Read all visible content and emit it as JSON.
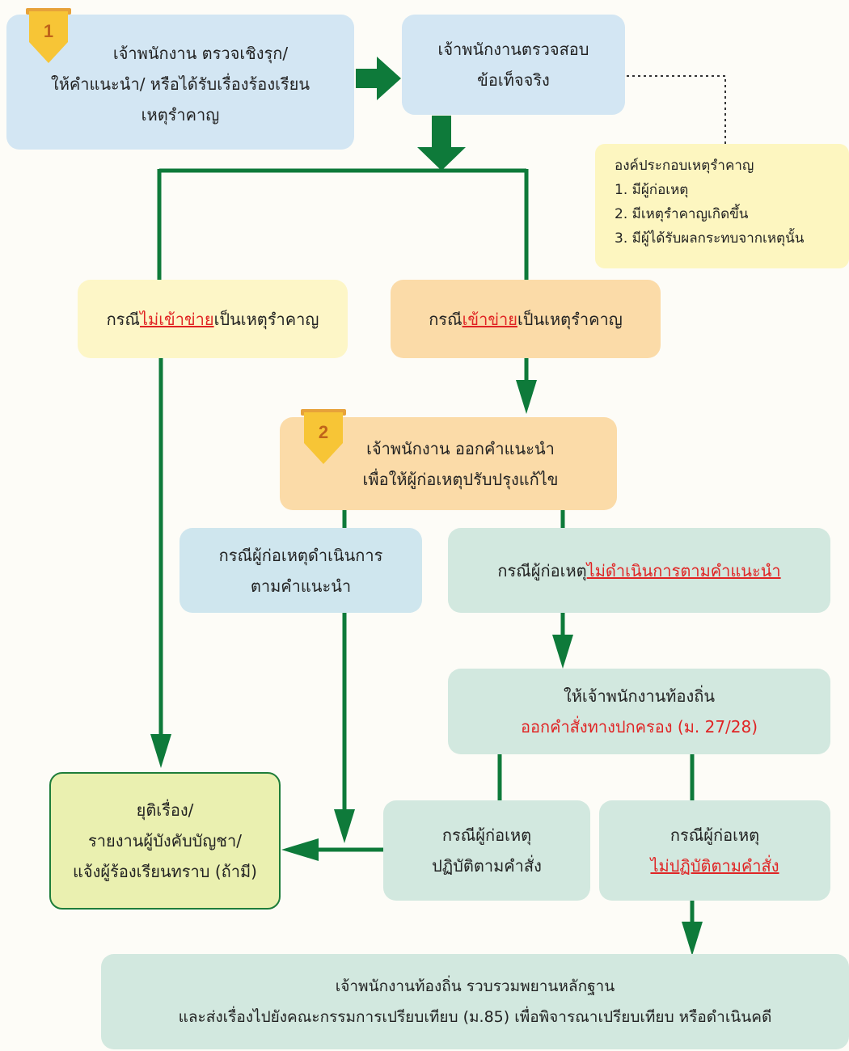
{
  "colors": {
    "arrow": "#0e7a3a",
    "highlight": "#e02424"
  },
  "steps": {
    "step1": "1",
    "step2": "2"
  },
  "box1": {
    "line1": "เจ้าพนักงาน ตรวจเชิงรุก/",
    "line2": "ให้คำแนะนำ/ หรือได้รับเรื่องร้องเรียน",
    "line3": "เหตุรำคาญ"
  },
  "box2": {
    "line1": "เจ้าพนักงานตรวจสอบ",
    "line2": "ข้อเท็จจริง"
  },
  "note": {
    "title": "องค์ประกอบเหตุรำคาญ",
    "items": [
      "1. มีผู้ก่อเหตุ",
      "2. มีเหตุรำคาญเกิดขึ้น",
      "3. มีผู้ได้รับผลกระทบจากเหตุนั้น"
    ]
  },
  "case_not": {
    "prefix": "กรณี",
    "highlight": "ไม่เข้าข่าย",
    "suffix": "เป็นเหตุรำคาญ"
  },
  "case_is": {
    "prefix": "กรณี",
    "highlight": "เข้าข่าย",
    "suffix": "เป็นเหตุรำคาญ"
  },
  "advice": {
    "line1": "เจ้าพนักงาน ออกคำแนะนำ",
    "line2": "เพื่อให้ผู้ก่อเหตุปรับปรุงแก้ไข"
  },
  "comply_advice": {
    "line1": "กรณีผู้ก่อเหตุดำเนินการ",
    "line2": "ตามคำแนะนำ"
  },
  "not_comply_advice": {
    "prefix": "กรณีผู้ก่อเหตุ",
    "highlight": "ไม่ดำเนินการตามคำแนะนำ"
  },
  "local_order": {
    "line1": "ให้เจ้าพนักงานท้องถิ่น",
    "line2": "ออกคำสั่งทางปกครอง (ม. 27/28)"
  },
  "end": {
    "line1": "ยุติเรื่อง/",
    "line2": "รายงานผู้บังคับบัญชา/",
    "line3": "แจ้งผู้ร้องเรียนทราบ (ถ้ามี)"
  },
  "comply_order": {
    "line1": "กรณีผู้ก่อเหตุ",
    "line2": "ปฏิบัติตามคำสั่ง"
  },
  "not_comply_order": {
    "line1": "กรณีผู้ก่อเหตุ",
    "line2": "ไม่ปฏิบัติตามคำสั่ง"
  },
  "final": {
    "line1": "เจ้าพนักงานท้องถิ่น รวบรวมพยานหลักฐาน",
    "line2": "และส่งเรื่องไปยังคณะกรรมการเปรียบเทียบ (ม.85) เพื่อพิจารณาเปรียบเทียบ หรือดำเนินคดี"
  }
}
